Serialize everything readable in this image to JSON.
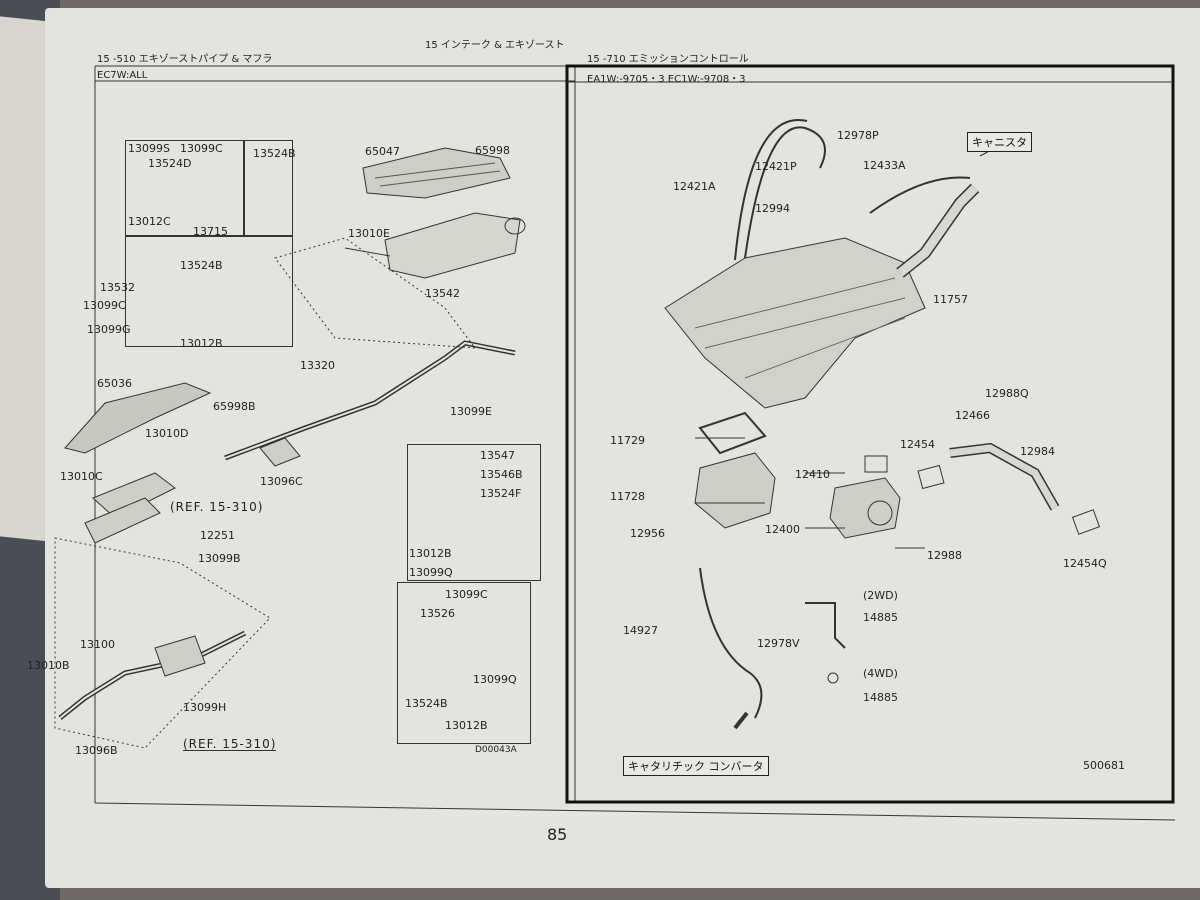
{
  "header": {
    "center_title": "15 インテーク & エキゾースト",
    "left_section": "15 -510 エキゾーストパイプ & マフラ",
    "left_model": "EC7W:ALL",
    "right_section": "15 -710 エミッションコントロール",
    "right_model": "EA1W:-9705・3 EC1W:-9708・3"
  },
  "left_parts": [
    "13099S",
    "13099C",
    "13524D",
    "13012C",
    "13715",
    "13524B",
    "65047",
    "65998",
    "13010E",
    "13542",
    "13524B",
    "13532",
    "13099C",
    "13099G",
    "13012B",
    "65036",
    "65998B",
    "13010D",
    "13320",
    "13099E",
    "13010C",
    "13096C",
    "12251",
    "13099B",
    "13547",
    "13546B",
    "13524F",
    "13012B",
    "13099Q",
    "13099C",
    "13526",
    "13099Q",
    "13524B",
    "13012B",
    "13100",
    "13010B",
    "13099H",
    "13096B"
  ],
  "left_refs": [
    "(REF. 15-310)",
    "(REF. 15-310)"
  ],
  "left_code": "D00043A",
  "right_parts": [
    "12978P",
    "12433A",
    "12421P",
    "12421A",
    "12994",
    "11757",
    "12988Q",
    "12466",
    "11729",
    "12454",
    "12984",
    "12410",
    "11728",
    "12400",
    "12956",
    "12988",
    "12454Q",
    "14885",
    "14927",
    "12978V",
    "14885"
  ],
  "right_labels": {
    "canister": "キャニスタ",
    "catalytic": "キャタリチック コンバータ",
    "wd2": "(2WD)",
    "wd4": "(4WD)"
  },
  "right_code": "500681",
  "page_number": "85"
}
